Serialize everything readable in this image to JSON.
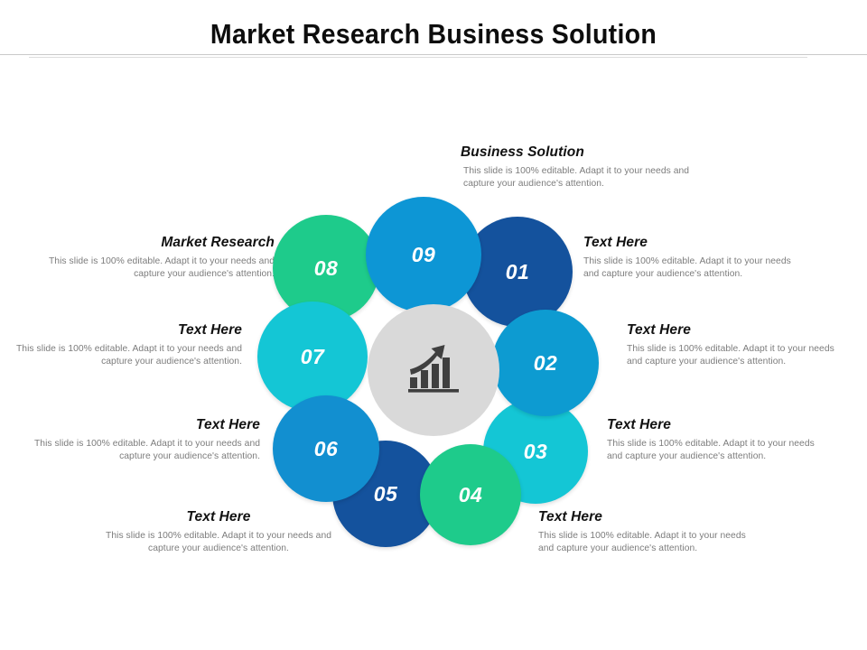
{
  "slide": {
    "title": "Market Research Business Solution"
  },
  "center": {
    "icon": "growth-bar-chart-icon"
  },
  "body_text": "This slide is 100% editable. Adapt it to your needs and capture your audience's attention.",
  "colors": {
    "node_01": "#14529D",
    "node_02": "#0D9BD1",
    "node_03": "#14C6D5",
    "node_04": "#1ECB8B",
    "node_05": "#14529D",
    "node_06": "#128FD0",
    "node_07": "#14C6D5",
    "node_08": "#1ECB8B",
    "node_09": "#0D96D5",
    "hub": "#D9D9D9",
    "heading": "#111111",
    "body": "#7C7C7C",
    "rule": "#C9C9C9"
  },
  "nodes": [
    {
      "id": "01",
      "label": "01",
      "color": "#14529D"
    },
    {
      "id": "02",
      "label": "02",
      "color": "#0D9BD1"
    },
    {
      "id": "03",
      "label": "03",
      "color": "#14C6D5"
    },
    {
      "id": "04",
      "label": "04",
      "color": "#1ECB8B"
    },
    {
      "id": "05",
      "label": "05",
      "color": "#14529D"
    },
    {
      "id": "06",
      "label": "06",
      "color": "#128FD0"
    },
    {
      "id": "07",
      "label": "07",
      "color": "#14C6D5"
    },
    {
      "id": "08",
      "label": "08",
      "color": "#1ECB8B"
    },
    {
      "id": "09",
      "label": "09",
      "color": "#0D96D5"
    }
  ],
  "blocks": {
    "top_center": {
      "heading": "Business Solution",
      "body": "This slide is 100% editable. Adapt it to your needs and capture your audience's attention."
    },
    "right_top": {
      "heading": "Text Here",
      "body": "This slide is 100% editable. Adapt it to your needs and capture your audience's attention."
    },
    "right_mid": {
      "heading": "Text Here",
      "body": "This slide is 100% editable. Adapt it to your needs and capture your audience's attention."
    },
    "right_low": {
      "heading": "Text Here",
      "body": "This slide is 100% editable. Adapt it to your needs and capture your audience's attention."
    },
    "bottom_right": {
      "heading": "Text Here",
      "body": "This slide is 100% editable. Adapt it to your needs and capture your audience's attention."
    },
    "bottom_left": {
      "heading": "Text Here",
      "body": "This slide is 100% editable. Adapt it to your needs and capture your audience's attention."
    },
    "left_low": {
      "heading": "Text Here",
      "body": "This slide is 100% editable. Adapt it to your needs and capture your audience's attention."
    },
    "left_mid": {
      "heading": "Text Here",
      "body": "This slide is 100% editable. Adapt it to your needs and capture your audience's attention."
    },
    "left_top": {
      "heading": "Market Research",
      "body": "This slide is 100% editable. Adapt it to your needs and capture your audience's attention."
    }
  }
}
